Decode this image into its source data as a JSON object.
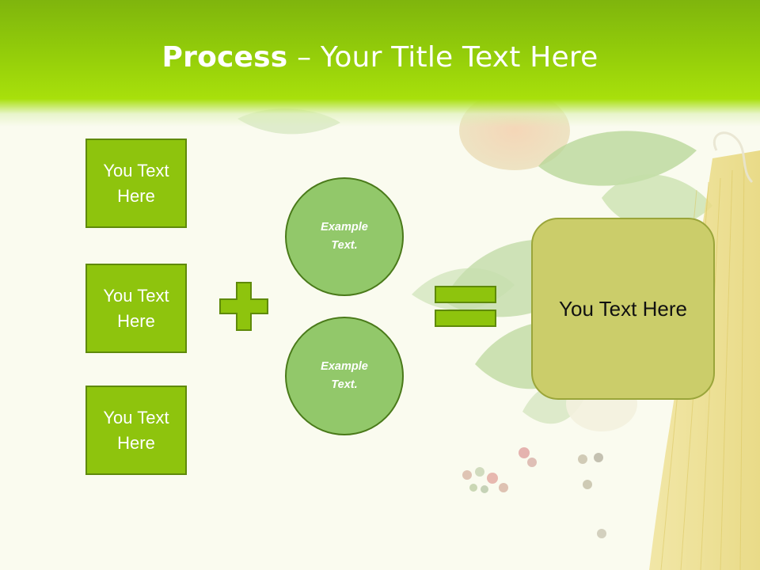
{
  "title": {
    "bold_part": "Process",
    "separator": " – ",
    "rest_part": "Your Title Text Here"
  },
  "left_boxes": [
    {
      "label": "You Text Here"
    },
    {
      "label": "You Text Here"
    },
    {
      "label": "You Text Here"
    }
  ],
  "operator_plus": "plus-icon",
  "circles": [
    {
      "label": "Example Text."
    },
    {
      "label": "Example Text."
    }
  ],
  "operator_equals": "equals-icon",
  "result_box": {
    "label": "You Text Here"
  },
  "colors": {
    "header_green": "#92cc0a",
    "box_green": "#8ec40d",
    "circle_green": "#92c86a",
    "result_olive": "#cbcd6a"
  }
}
